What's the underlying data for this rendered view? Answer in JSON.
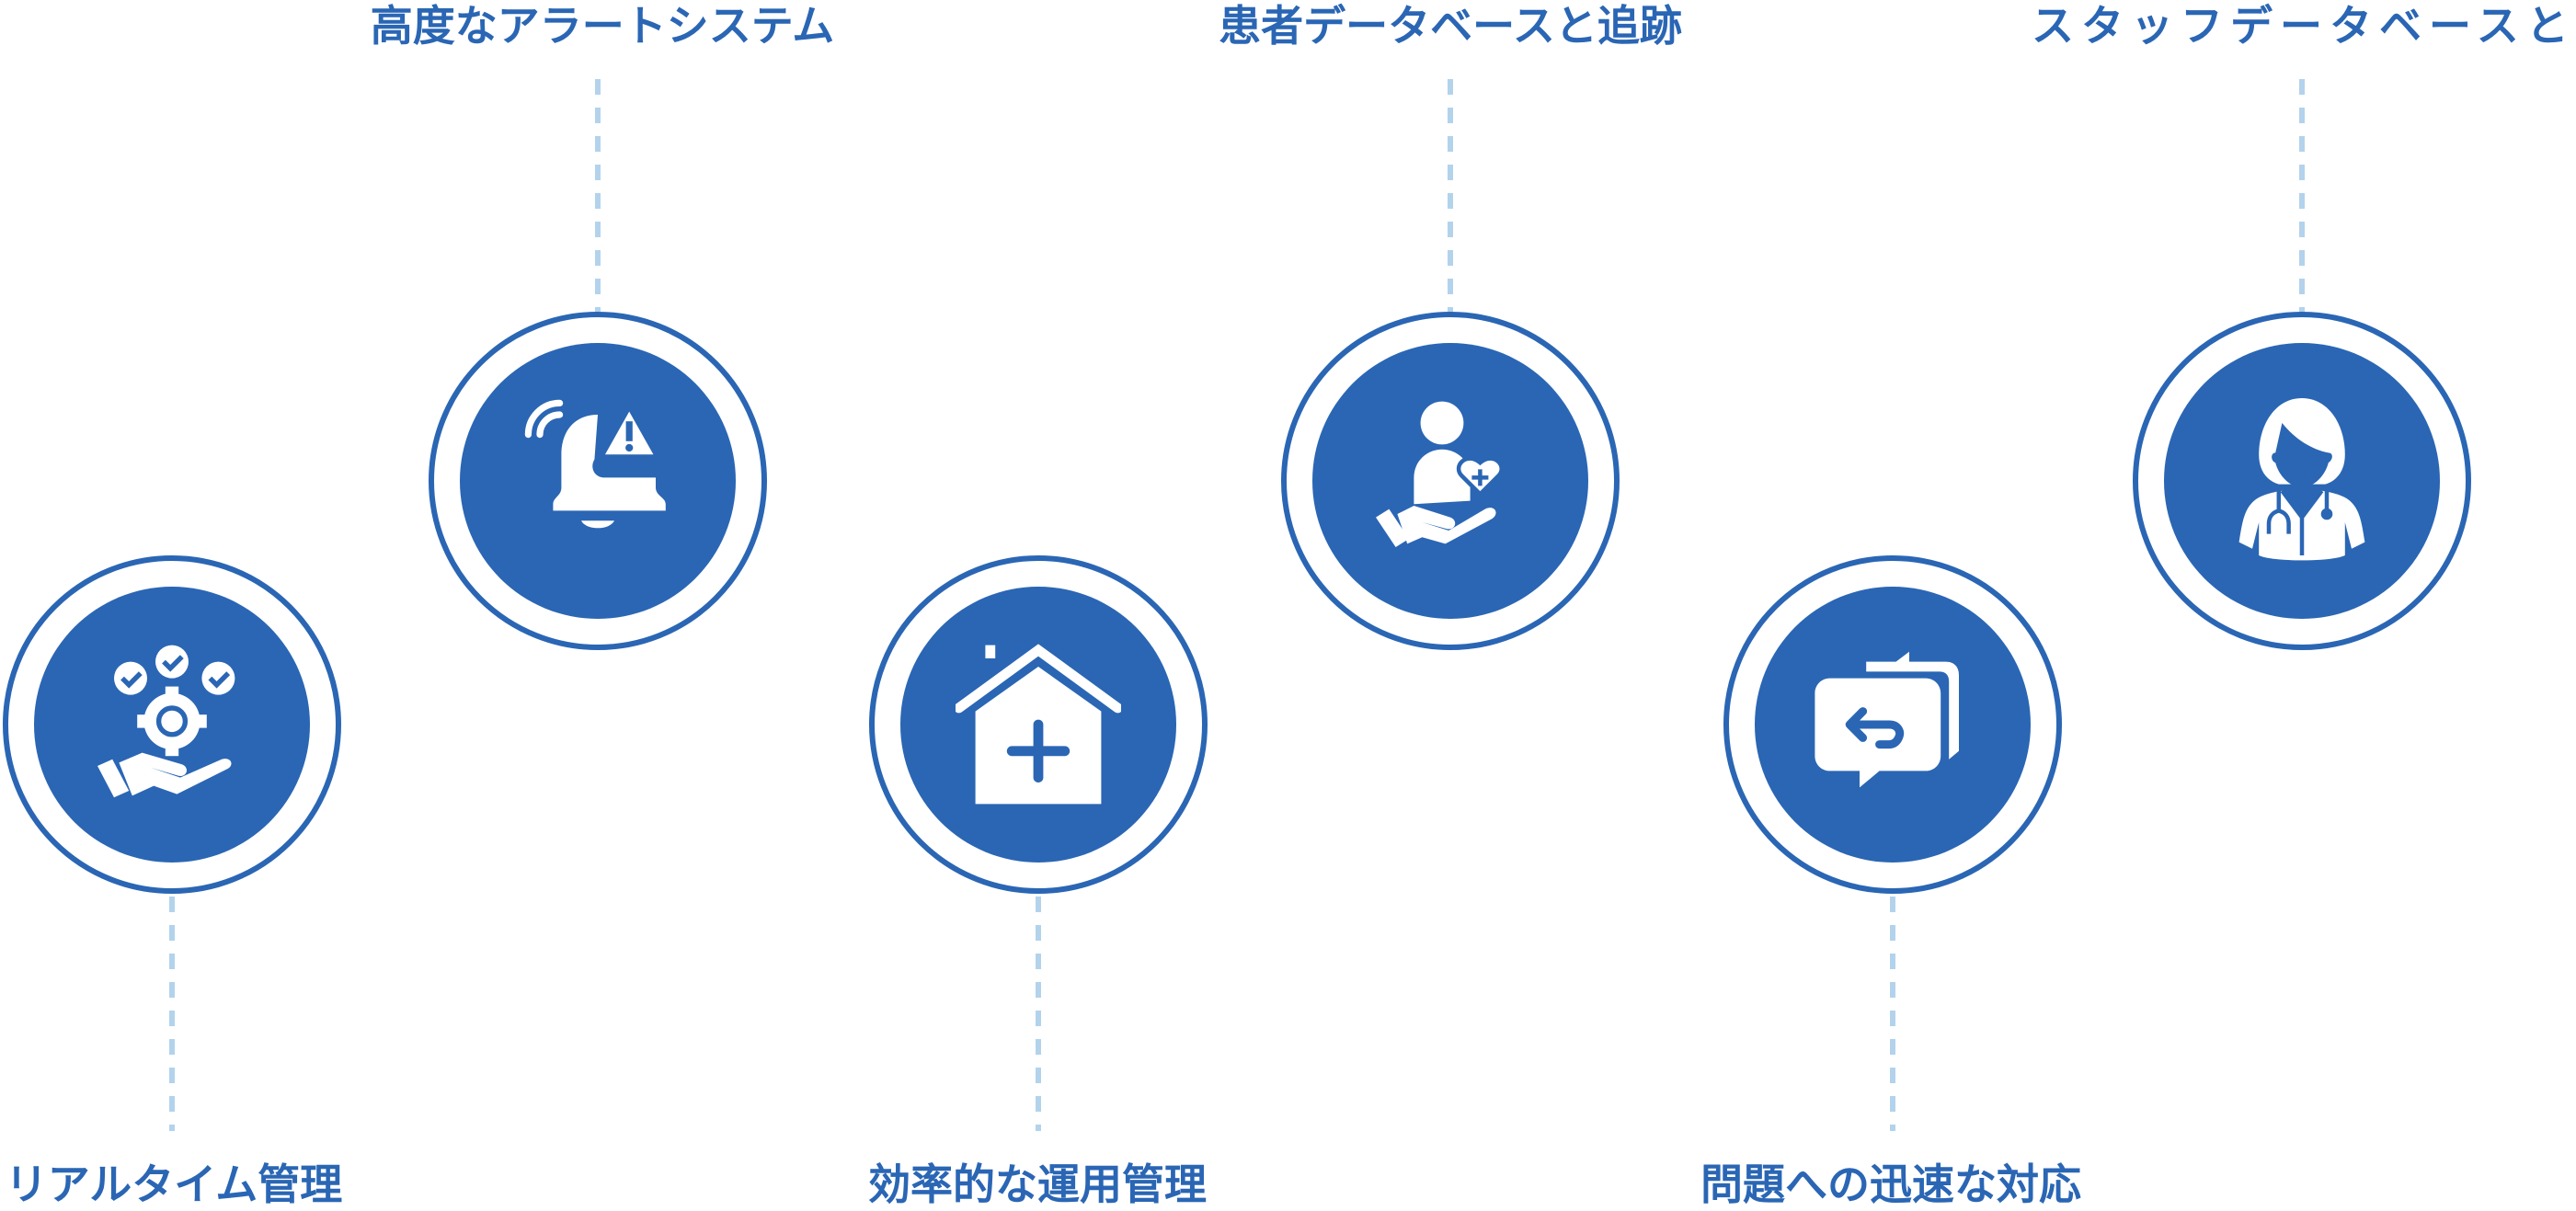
{
  "colors": {
    "primary": "#2a66b4",
    "connector": "#b3d3ec"
  },
  "steps": [
    {
      "label": "リアルタイム管理",
      "icon": "hand-gear-checks-icon"
    },
    {
      "label": "高度なアラートシステム",
      "icon": "bell-alert-icon"
    },
    {
      "label": "効率的な運用管理",
      "icon": "medical-house-icon"
    },
    {
      "label": "患者データベースと追跡",
      "icon": "patient-care-icon"
    },
    {
      "label": "問題への迅速な対応",
      "icon": "chat-reply-icon"
    },
    {
      "label": "スタッフデータベースと追跡",
      "icon": "doctor-icon"
    }
  ]
}
